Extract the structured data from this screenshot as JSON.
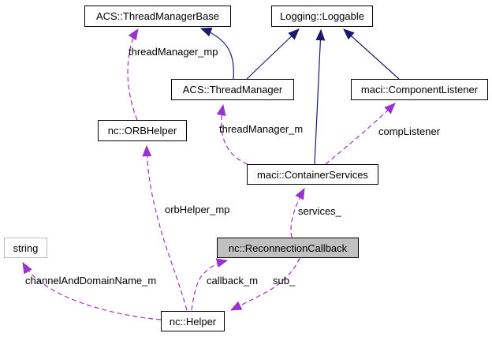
{
  "diagram": {
    "type": "uml-collaboration-diagram",
    "colors": {
      "inheritance_edge": "#191970",
      "usage_edge": "#9a32cd",
      "highlight_fill": "#c0c0c0",
      "node_border": "#000000",
      "external_node_border": "#bcbcbc",
      "background": "#ffffff",
      "text": "#000000"
    },
    "nodes": [
      {
        "label": "ACS::ThreadManagerBase"
      },
      {
        "label": "Logging::Loggable"
      },
      {
        "label": "ACS::ThreadManager"
      },
      {
        "label": "maci::ComponentListener"
      },
      {
        "label": "nc::ORBHelper"
      },
      {
        "label": "maci::ContainerServices"
      },
      {
        "label": "nc::ReconnectionCallback",
        "highlighted": true
      },
      {
        "label": "string",
        "external": true
      },
      {
        "label": "nc::Helper"
      }
    ],
    "edges": [
      {
        "from": "ACS::ThreadManager",
        "to": "ACS::ThreadManagerBase",
        "type": "inheritance",
        "label": ""
      },
      {
        "from": "ACS::ThreadManager",
        "to": "Logging::Loggable",
        "type": "inheritance",
        "label": ""
      },
      {
        "from": "maci::ContainerServices",
        "to": "Logging::Loggable",
        "type": "inheritance",
        "label": ""
      },
      {
        "from": "maci::ComponentListener",
        "to": "Logging::Loggable",
        "type": "inheritance",
        "label": ""
      },
      {
        "from": "nc::ORBHelper",
        "to": "ACS::ThreadManagerBase",
        "type": "usage",
        "label": "threadManager_mp"
      },
      {
        "from": "maci::ContainerServices",
        "to": "ACS::ThreadManager",
        "type": "usage",
        "label": "threadManager_m"
      },
      {
        "from": "maci::ContainerServices",
        "to": "maci::ComponentListener",
        "type": "usage",
        "label": "compListener"
      },
      {
        "from": "nc::ReconnectionCallback",
        "to": "maci::ContainerServices",
        "type": "usage",
        "label": "services_"
      },
      {
        "from": "nc::Helper",
        "to": "nc::ORBHelper",
        "type": "usage",
        "label": "orbHelper_mp"
      },
      {
        "from": "nc::Helper",
        "to": "string",
        "type": "usage",
        "label": "channelAndDomainName_m"
      },
      {
        "from": "nc::Helper",
        "to": "nc::ReconnectionCallback",
        "type": "usage",
        "label": "callback_m"
      },
      {
        "from": "nc::ReconnectionCallback",
        "to": "nc::Helper",
        "type": "usage",
        "label": "sub_"
      }
    ]
  }
}
